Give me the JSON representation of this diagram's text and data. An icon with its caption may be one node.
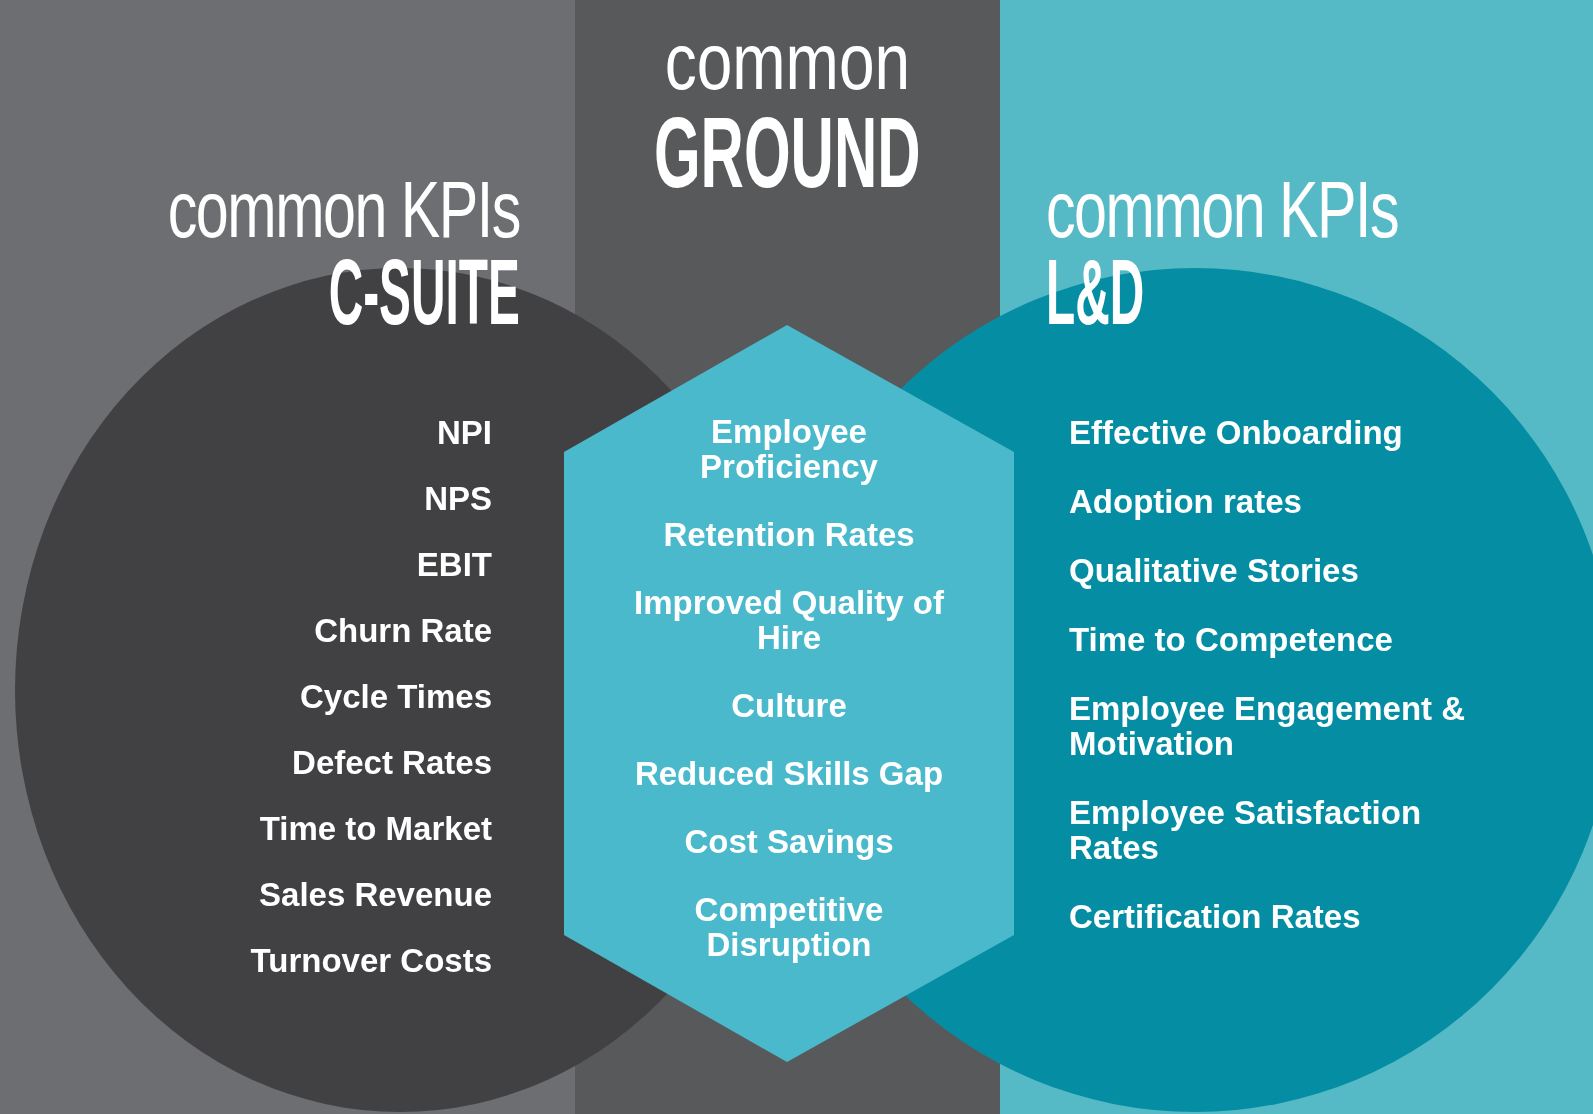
{
  "diagram": {
    "nodes": [
      {
        "text": [
          "common",
          "GROUND"
        ]
      },
      {
        "text": [
          "common KPIs",
          "C-SUITE",
          "NPI",
          "NPS",
          "EBIT",
          "Churn Rate",
          "Cycle Times",
          "Defect Rates",
          "Time to Market",
          "Sales Revenue",
          "Turnover Costs"
        ]
      },
      {
        "text": [
          "common KPIs",
          "L&D",
          "Effective Onboarding",
          "Adoption rates",
          "Qualitative Stories",
          "Time to Competence",
          "Employee Engagement & Motivation",
          "Employee Satisfaction Rates",
          "Certification Rates"
        ]
      },
      {
        "text": [
          "Employee Proficiency",
          "Retention Rates",
          "Improved Quality of Hire",
          "Culture",
          "Reduced Skills Gap",
          "Cost Savings",
          "Competitive Disruption"
        ]
      }
    ]
  }
}
